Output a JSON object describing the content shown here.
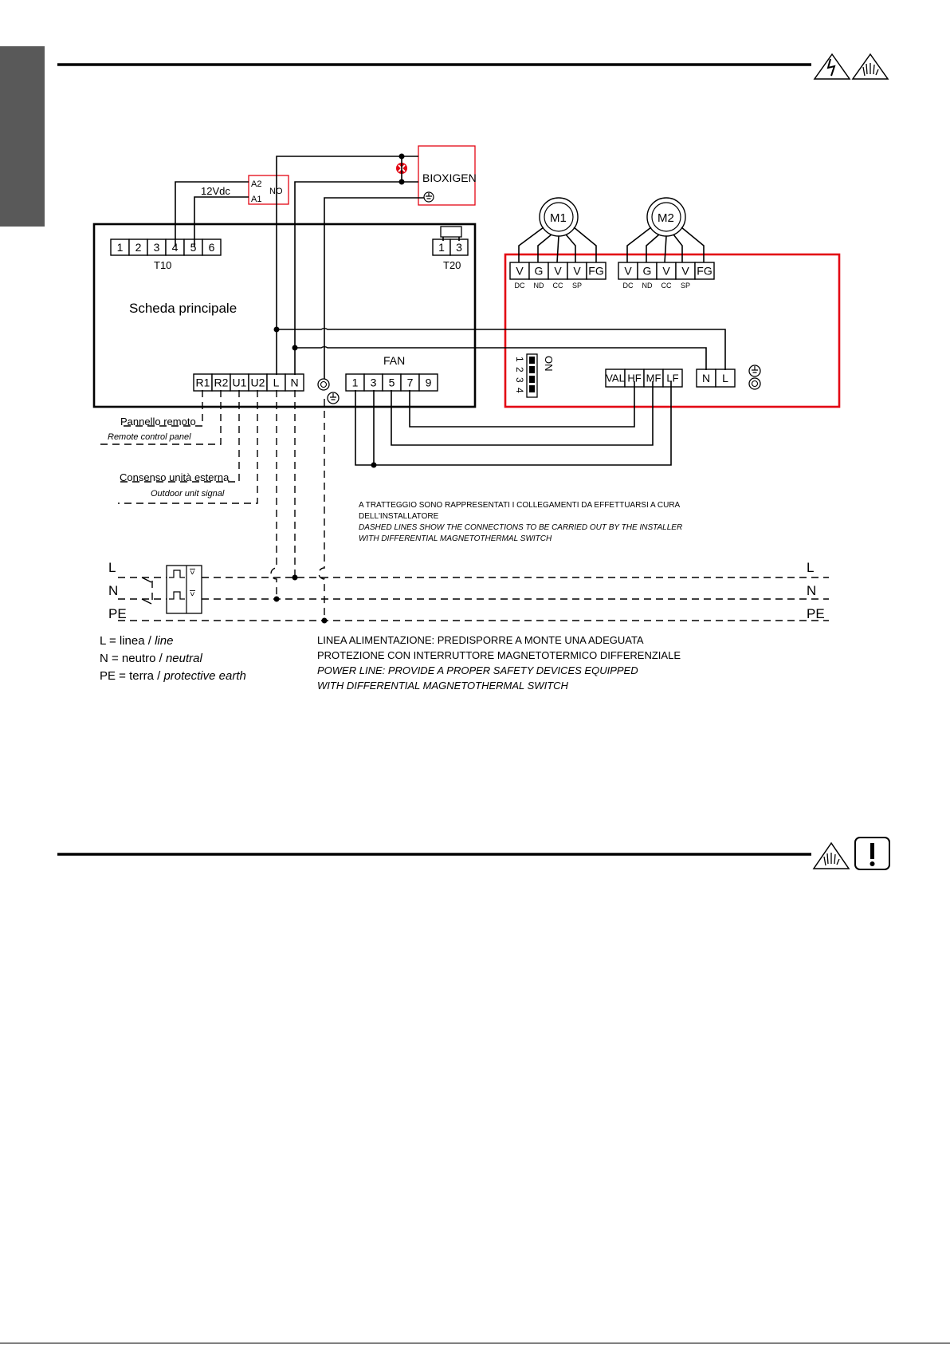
{
  "header": {
    "icons": [
      "voltage-warning-icon",
      "hand-caution-icon"
    ]
  },
  "footer": {
    "icons": [
      "hand-caution-icon",
      "exclamation-icon"
    ]
  },
  "bioxigen": {
    "label": "BIOXIGEN"
  },
  "relay": {
    "a2": "A2",
    "a1": "A1",
    "no": "NO",
    "voltage": "12Vdc"
  },
  "main_board": {
    "title": "Scheda principale",
    "t10_label": "T10",
    "t10_terms": [
      "1",
      "2",
      "3",
      "4",
      "5",
      "6"
    ],
    "t20_label": "T20",
    "t20_terms": [
      "1",
      "3"
    ],
    "fan_label": "FAN",
    "fan_terms": [
      "1",
      "3",
      "5",
      "7",
      "9"
    ],
    "bottom_terms": [
      "R1",
      "R2",
      "U1",
      "U2",
      "L",
      "N"
    ]
  },
  "motor_board": {
    "m1": "M1",
    "m2": "M2",
    "m1_terms": [
      "V",
      "G",
      "V",
      "V",
      "FG"
    ],
    "m2_terms": [
      "V",
      "G",
      "V",
      "V",
      "FG"
    ],
    "sub_labels": [
      "DC",
      "ND",
      "CC",
      "SP"
    ],
    "dip_label": "ON",
    "dip_numbers": [
      "1",
      "2",
      "3",
      "4"
    ],
    "speed_terms": [
      "VAL",
      "HF",
      "MF",
      "LF"
    ],
    "power_terms": [
      "N",
      "L"
    ]
  },
  "remote_panel": {
    "it": "Pannello remoto",
    "en": "Remote control panel"
  },
  "outdoor_signal": {
    "it": "Consenso unità esterna",
    "en": "Outdoor unit signal"
  },
  "installer_note": {
    "it_1": "A TRATTEGGIO SONO RAPPRESENTATI I COLLEGAMENTI DA EFFETTUARSI A CURA",
    "it_2": "DELL'INSTALLATORE",
    "en_1": "DASHED LINES SHOW THE CONNECTIONS TO BE CARRIED OUT BY THE INSTALLER",
    "en_2": "WITH DIFFERENTIAL MAGNETOTHERMAL SWITCH"
  },
  "supply_lines": {
    "l": "L",
    "n": "N",
    "pe": "PE"
  },
  "switch_marks": [
    "I>",
    "I>"
  ],
  "legend": {
    "l_it": "L = linea / ",
    "l_en": "line",
    "n_it": "N = neutro / ",
    "n_en": "neutral",
    "pe_it": "PE = terra / ",
    "pe_en": "protective earth"
  },
  "power_note": {
    "it_1": "LINEA ALIMENTAZIONE: PREDISPORRE A MONTE UNA ADEGUATA",
    "it_2": "PROTEZIONE CON INTERRUTTORE MAGNETOTERMICO DIFFERENZIALE",
    "en_1": "POWER LINE: PROVIDE A PROPER SAFETY DEVICES EQUIPPED",
    "en_2": "WITH DIFFERENTIAL MAGNETOTHERMAL SWITCH"
  },
  "colors": {
    "accent_red": "#e30613",
    "side_tab": "#595959"
  }
}
